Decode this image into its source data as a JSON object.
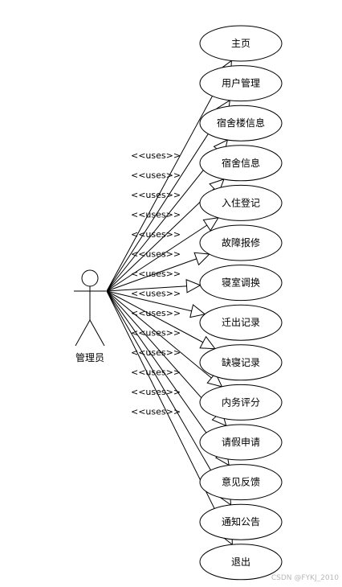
{
  "actor": {
    "label": "管理员"
  },
  "relation_label": "<<uses>>",
  "use_cases": [
    {
      "label": "主页"
    },
    {
      "label": "用户管理"
    },
    {
      "label": "宿舍楼信息"
    },
    {
      "label": "宿舍信息"
    },
    {
      "label": "入住登记"
    },
    {
      "label": "故障报修"
    },
    {
      "label": "寝室调换"
    },
    {
      "label": "迁出记录"
    },
    {
      "label": "缺寝记录"
    },
    {
      "label": "内务评分"
    },
    {
      "label": "请假申请"
    },
    {
      "label": "意见反馈"
    },
    {
      "label": "通知公告"
    },
    {
      "label": "退出"
    }
  ],
  "watermark": "CSDN @FYKJ_2010"
}
